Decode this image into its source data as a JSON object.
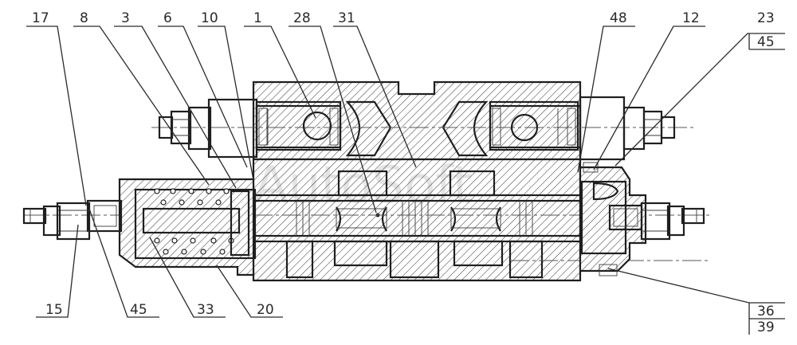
{
  "callouts_top": [
    "17",
    "8",
    "3",
    "6",
    "10",
    "1",
    "28",
    "31",
    "48",
    "12",
    "23"
  ],
  "callout_top_right_lower": "45",
  "callouts_bottom": [
    "15",
    "45",
    "33",
    "20"
  ],
  "callout_bottom_right_upper": "36",
  "callout_bottom_right_lower": "39",
  "watermark": "AutoSoft"
}
